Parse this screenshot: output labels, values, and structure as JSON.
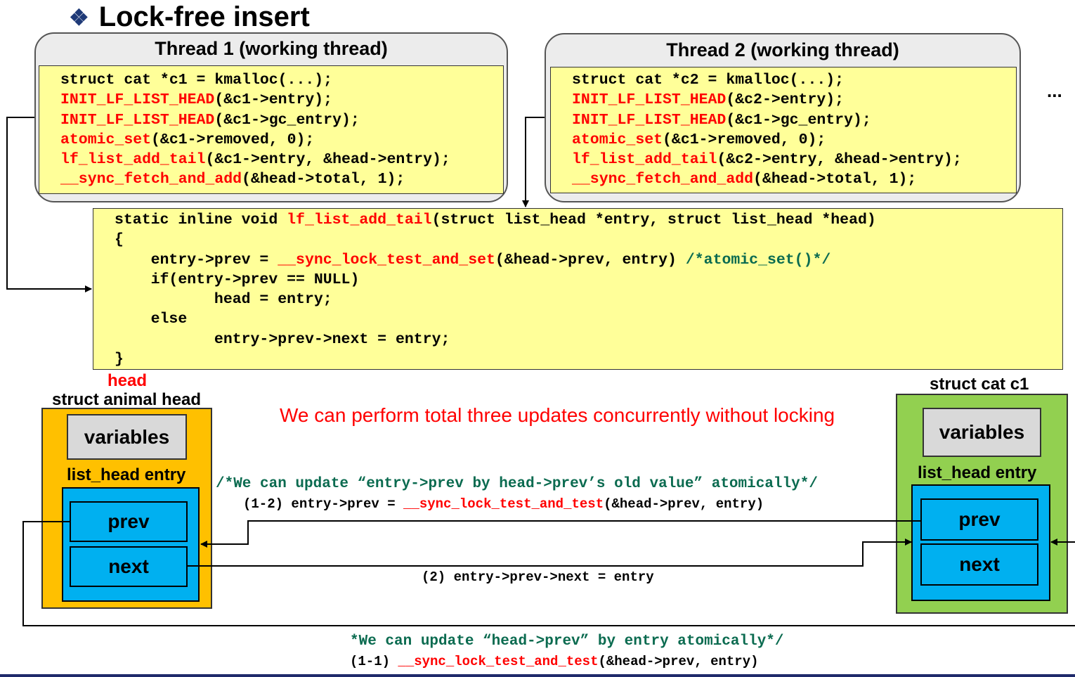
{
  "title": "Lock-free insert",
  "title_bullet": "❖",
  "ellipsis": "...",
  "thread1": {
    "title": "Thread 1 (working thread)",
    "lines": [
      [
        [
          "struct cat *c1 = kmalloc(...);",
          "k"
        ]
      ],
      [
        [
          "INIT_LF_LIST_HEAD",
          "r"
        ],
        [
          "(&c1->entry);",
          "k"
        ]
      ],
      [
        [
          "INIT_LF_LIST_HEAD",
          "r"
        ],
        [
          "(&c1->gc_entry);",
          "k"
        ]
      ],
      [
        [
          "atomic_set",
          "r"
        ],
        [
          "(&c1->removed, 0);",
          "k"
        ]
      ],
      [
        [
          "lf_list_add_tail",
          "r"
        ],
        [
          "(&c1->entry, &head->entry);",
          "k"
        ]
      ],
      [
        [
          "__sync_fetch_and_add",
          "r"
        ],
        [
          "(&head->total, 1);",
          "k"
        ]
      ]
    ]
  },
  "thread2": {
    "title": "Thread 2 (working thread)",
    "lines": [
      [
        [
          "struct cat *c2 = kmalloc(...);",
          "k"
        ]
      ],
      [
        [
          "INIT_LF_LIST_HEAD",
          "r"
        ],
        [
          "(&c2->entry);",
          "k"
        ]
      ],
      [
        [
          "INIT_LF_LIST_HEAD",
          "r"
        ],
        [
          "(&c1->gc_entry);",
          "k"
        ]
      ],
      [
        [
          "atomic_set",
          "r"
        ],
        [
          "(&c1->removed, 0);",
          "k"
        ]
      ],
      [
        [
          "lf_list_add_tail",
          "r"
        ],
        [
          "(&c2->entry, &head->entry);",
          "k"
        ]
      ],
      [
        [
          "__sync_fetch_and_add",
          "r"
        ],
        [
          "(&head->total, 1);",
          "k"
        ]
      ]
    ]
  },
  "func": {
    "lines": [
      [
        [
          "static inline void ",
          "k"
        ],
        [
          "lf_list_add_tail",
          "r"
        ],
        [
          "(struct list_head *entry, struct list_head *head)",
          "k"
        ]
      ],
      [
        [
          "{",
          "k"
        ]
      ],
      [
        [
          "    entry->prev = ",
          "k"
        ],
        [
          "__sync_lock_test_and_set",
          "r"
        ],
        [
          "(&head->prev, entry) ",
          "k"
        ],
        [
          "/*atomic_set()*/",
          "g"
        ]
      ],
      [
        [
          "    if(entry->prev == NULL)",
          "k"
        ]
      ],
      [
        [
          "           head = entry;",
          "k"
        ]
      ],
      [
        [
          "    else",
          "k"
        ]
      ],
      [
        [
          "           entry->prev->next = entry;",
          "k"
        ]
      ],
      [
        [
          "}",
          "k"
        ]
      ]
    ]
  },
  "head_struct": {
    "var_label": "head",
    "type_label": "struct animal head",
    "variables": "variables",
    "list_head": "list_head entry",
    "prev": "prev",
    "next": "next",
    "fill": "#ffc000"
  },
  "cat_struct": {
    "type_label": "struct cat c1",
    "variables": "variables",
    "list_head": "list_head entry",
    "prev": "prev",
    "next": "next",
    "fill": "#92d050"
  },
  "message": "We can perform total three updates concurrently without locking",
  "comment_12": "/*We can update “entry->prev by head->prev’s old value” atomically*/",
  "step_12": [
    [
      "(1-2) entry->prev = ",
      "k"
    ],
    [
      "__sync_lock_test_and_test",
      "r"
    ],
    [
      "(&head->prev, entry)",
      "k"
    ]
  ],
  "step_2": "(2) entry->prev->next = entry",
  "comment_11": "*We can update “head->prev” by entry atomically*/",
  "step_11": [
    [
      "(1-1) ",
      "k"
    ],
    [
      "__sync_lock_test_and_test",
      "r"
    ],
    [
      "(&head->prev, entry)",
      "k"
    ]
  ],
  "colors": {
    "code_bg": "#ffff99",
    "keyword_red": "#ff0000",
    "comment_green": "#0b6b50",
    "pointer_blue": "#00b0f0",
    "bottom_rule": "#1f2a6b"
  }
}
